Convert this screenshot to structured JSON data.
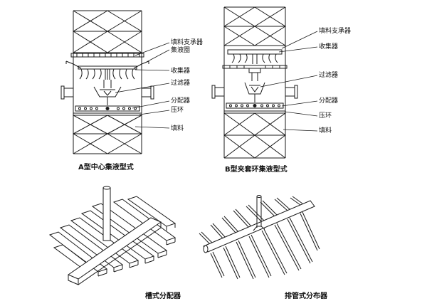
{
  "figure_a": {
    "caption": "A型中心集液型式",
    "labels": {
      "packing_support": "填料支承器",
      "collector_ring": "集液圈",
      "collector": "收集器",
      "filter": "过滤器",
      "distributor": "分配器",
      "hold_down_ring": "压环",
      "packing": "填料"
    }
  },
  "figure_b": {
    "caption": "B型夹套环集液型式",
    "labels": {
      "packing_support": "填料支承器",
      "collector": "收集器",
      "filter": "过滤器",
      "distributor": "分配器",
      "hold_down_ring": "压环",
      "packing": "填料"
    }
  },
  "figure_c": {
    "caption": "槽式分配器"
  },
  "figure_d": {
    "caption": "排管式分布器"
  },
  "colors": {
    "line": "#1a1a1a",
    "background": "#ffffff"
  }
}
